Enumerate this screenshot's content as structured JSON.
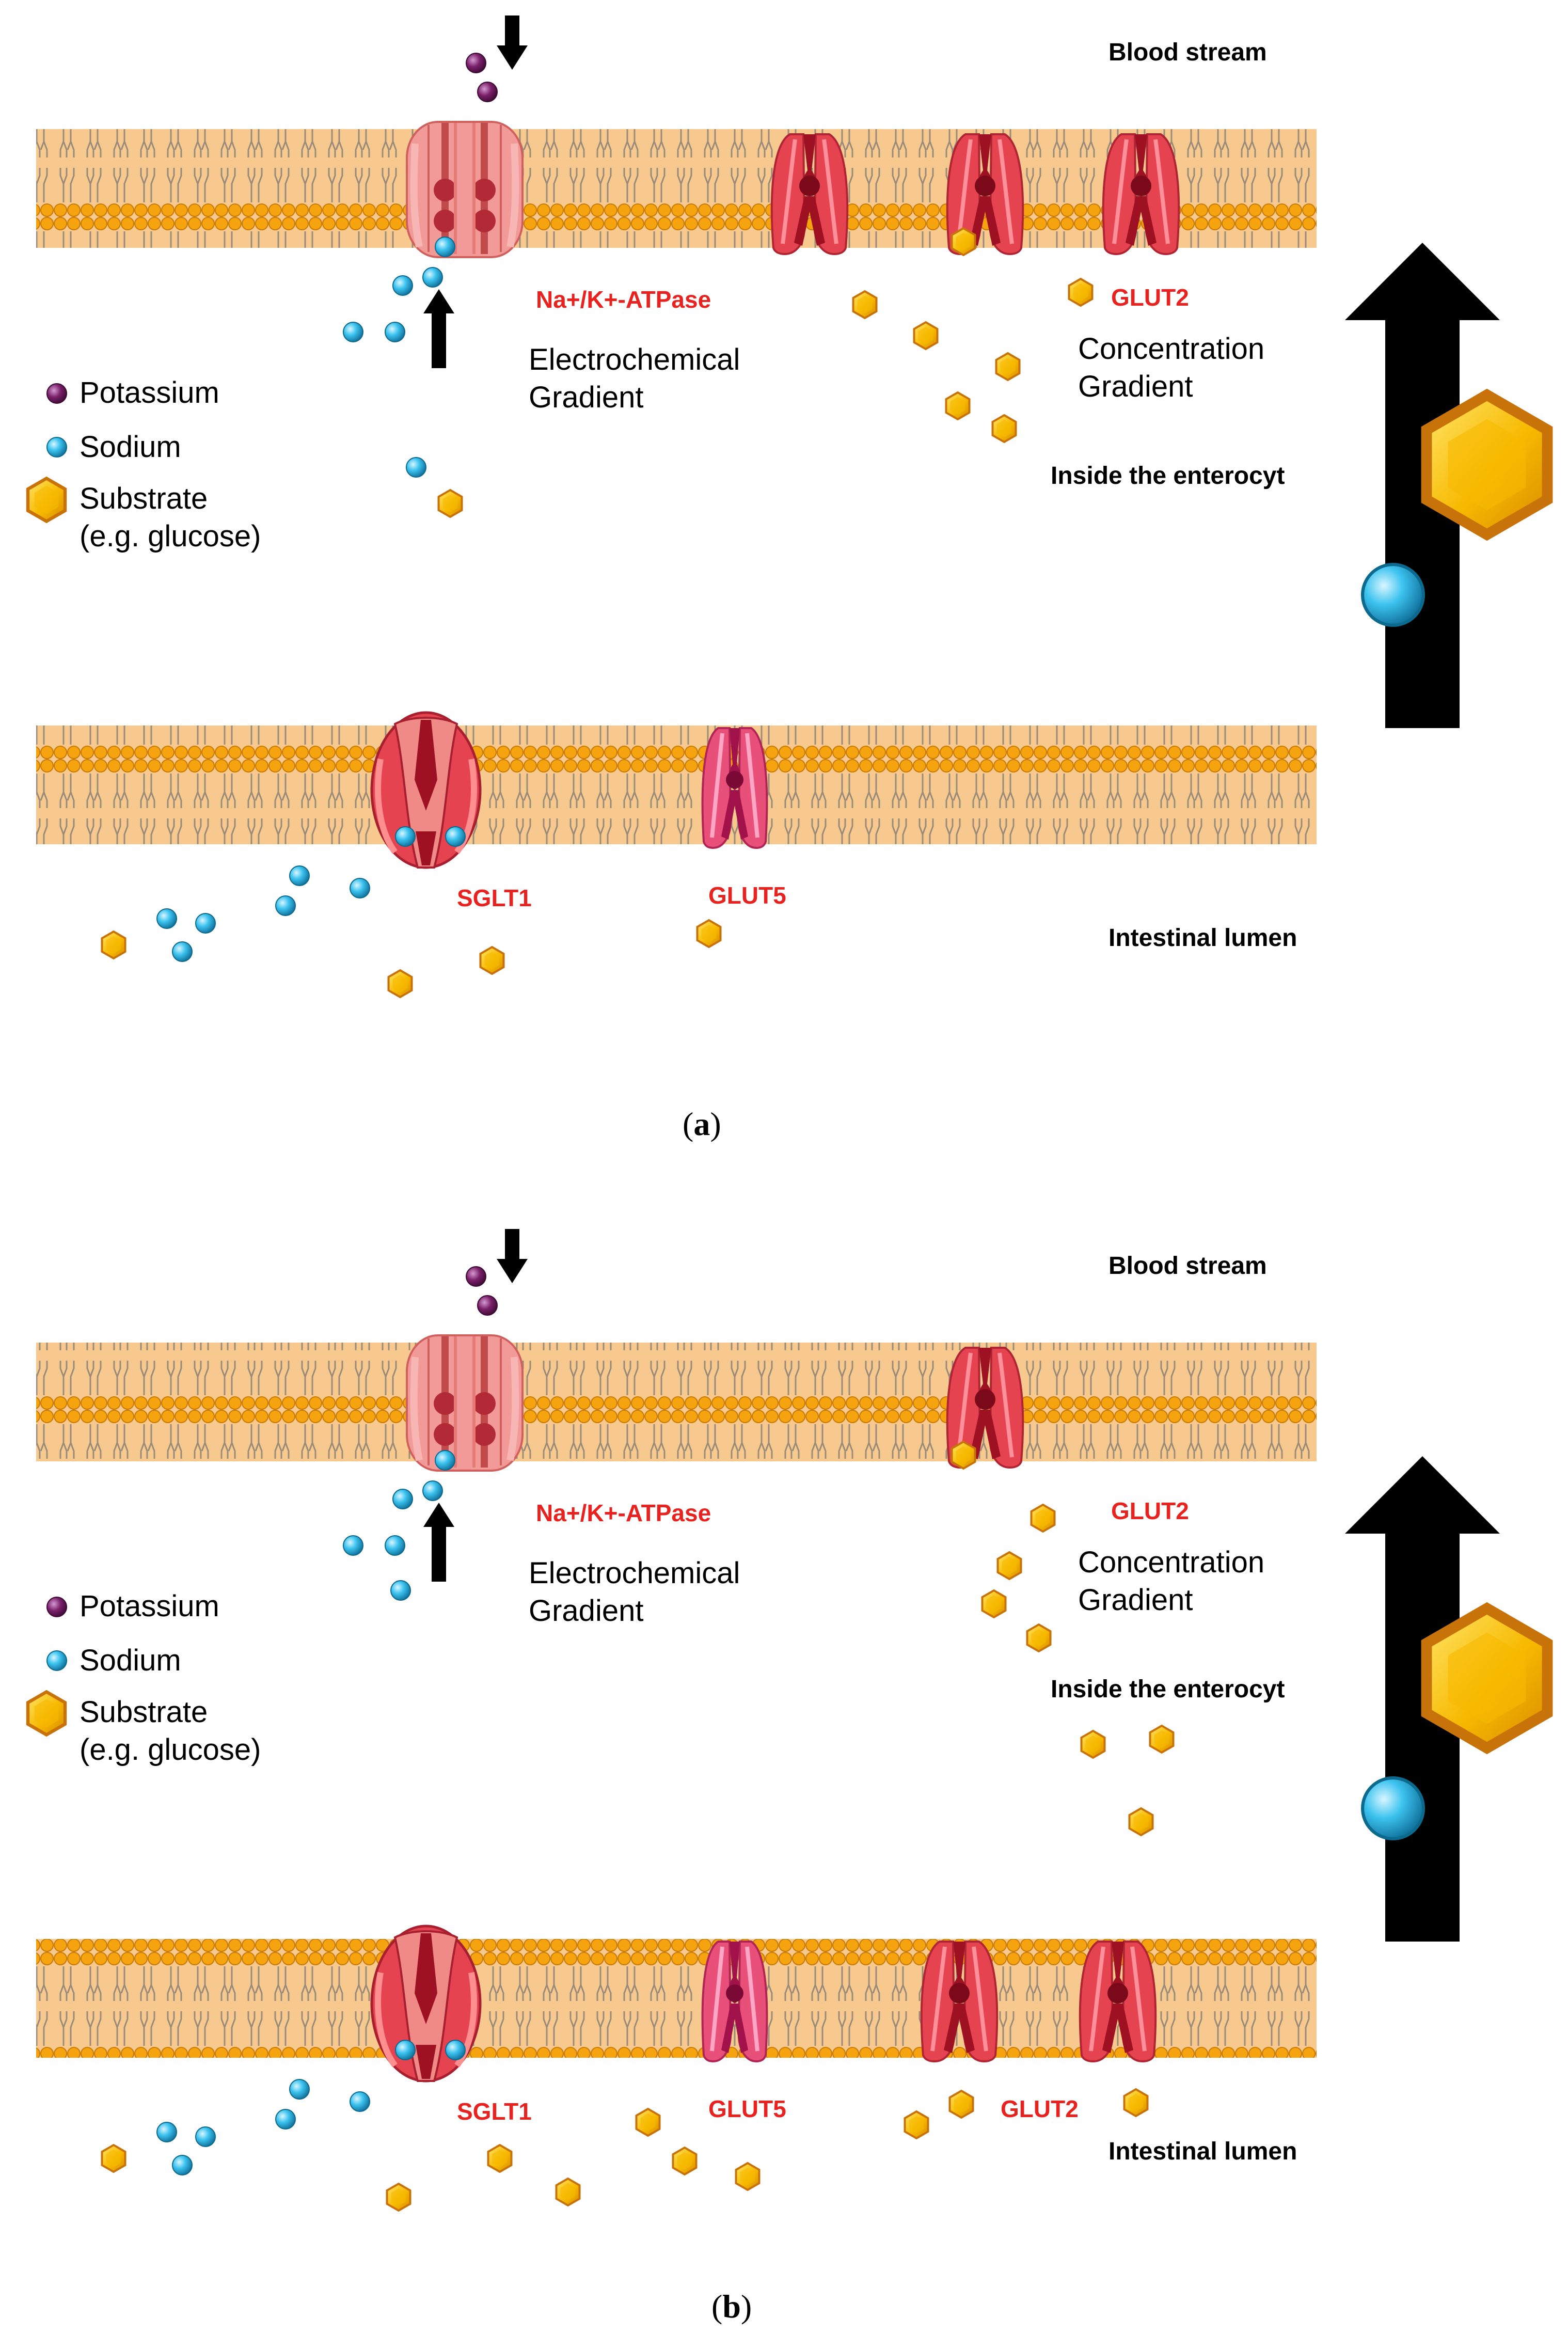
{
  "panels": [
    {
      "caption_open": "(",
      "caption_letter": "a",
      "caption_close": ")",
      "blood_stream": "Blood stream",
      "inside": "Inside the enterocyt",
      "lumen": "Intestinal lumen",
      "pump_label": "Na+/K+-ATPase",
      "electro_line1": "Electrochemical",
      "electro_line2": "Gradient",
      "conc_line1": "Concentration",
      "conc_line2": "Gradient",
      "glut2_top_label": "GLUT2",
      "sglt1_label": "SGLT1",
      "glut5_label": "GLUT5",
      "legend": {
        "potassium": "Potassium",
        "sodium": "Sodium",
        "substrate_line1": "Substrate",
        "substrate_line2": "(e.g. glucose)"
      }
    },
    {
      "caption_open": "(",
      "caption_letter": "b",
      "caption_close": ")",
      "blood_stream": "Blood stream",
      "inside": "Inside the enterocyt",
      "lumen": "Intestinal lumen",
      "pump_label": "Na+/K+-ATPase",
      "electro_line1": "Electrochemical",
      "electro_line2": "Gradient",
      "conc_line1": "Concentration",
      "conc_line2": "Gradient",
      "glut2_top_label": "GLUT2",
      "sglt1_label": "SGLT1",
      "glut5_label": "GLUT5",
      "glut2_bottom_label": "GLUT2",
      "legend": {
        "potassium": "Potassium",
        "sodium": "Sodium",
        "substrate_line1": "Substrate",
        "substrate_line2": "(e.g. glucose)"
      }
    }
  ],
  "colors": {
    "membrane_fill": "#f7c98f",
    "lipid_head": "#f5a30f",
    "lipid_tail": "#9a8a78",
    "potassium": "#7a1f6a",
    "sodium": "#2eb6e6",
    "substrate": "#f7b900",
    "label_red": "#e8231f",
    "glut2_body": "#e5434f",
    "glut5_body": "#e8507a",
    "pump_body": "#f28b8b",
    "arrow": "#000000"
  },
  "icons": [
    "potassium-icon",
    "sodium-icon",
    "substrate-icon",
    "arrow-icon"
  ]
}
